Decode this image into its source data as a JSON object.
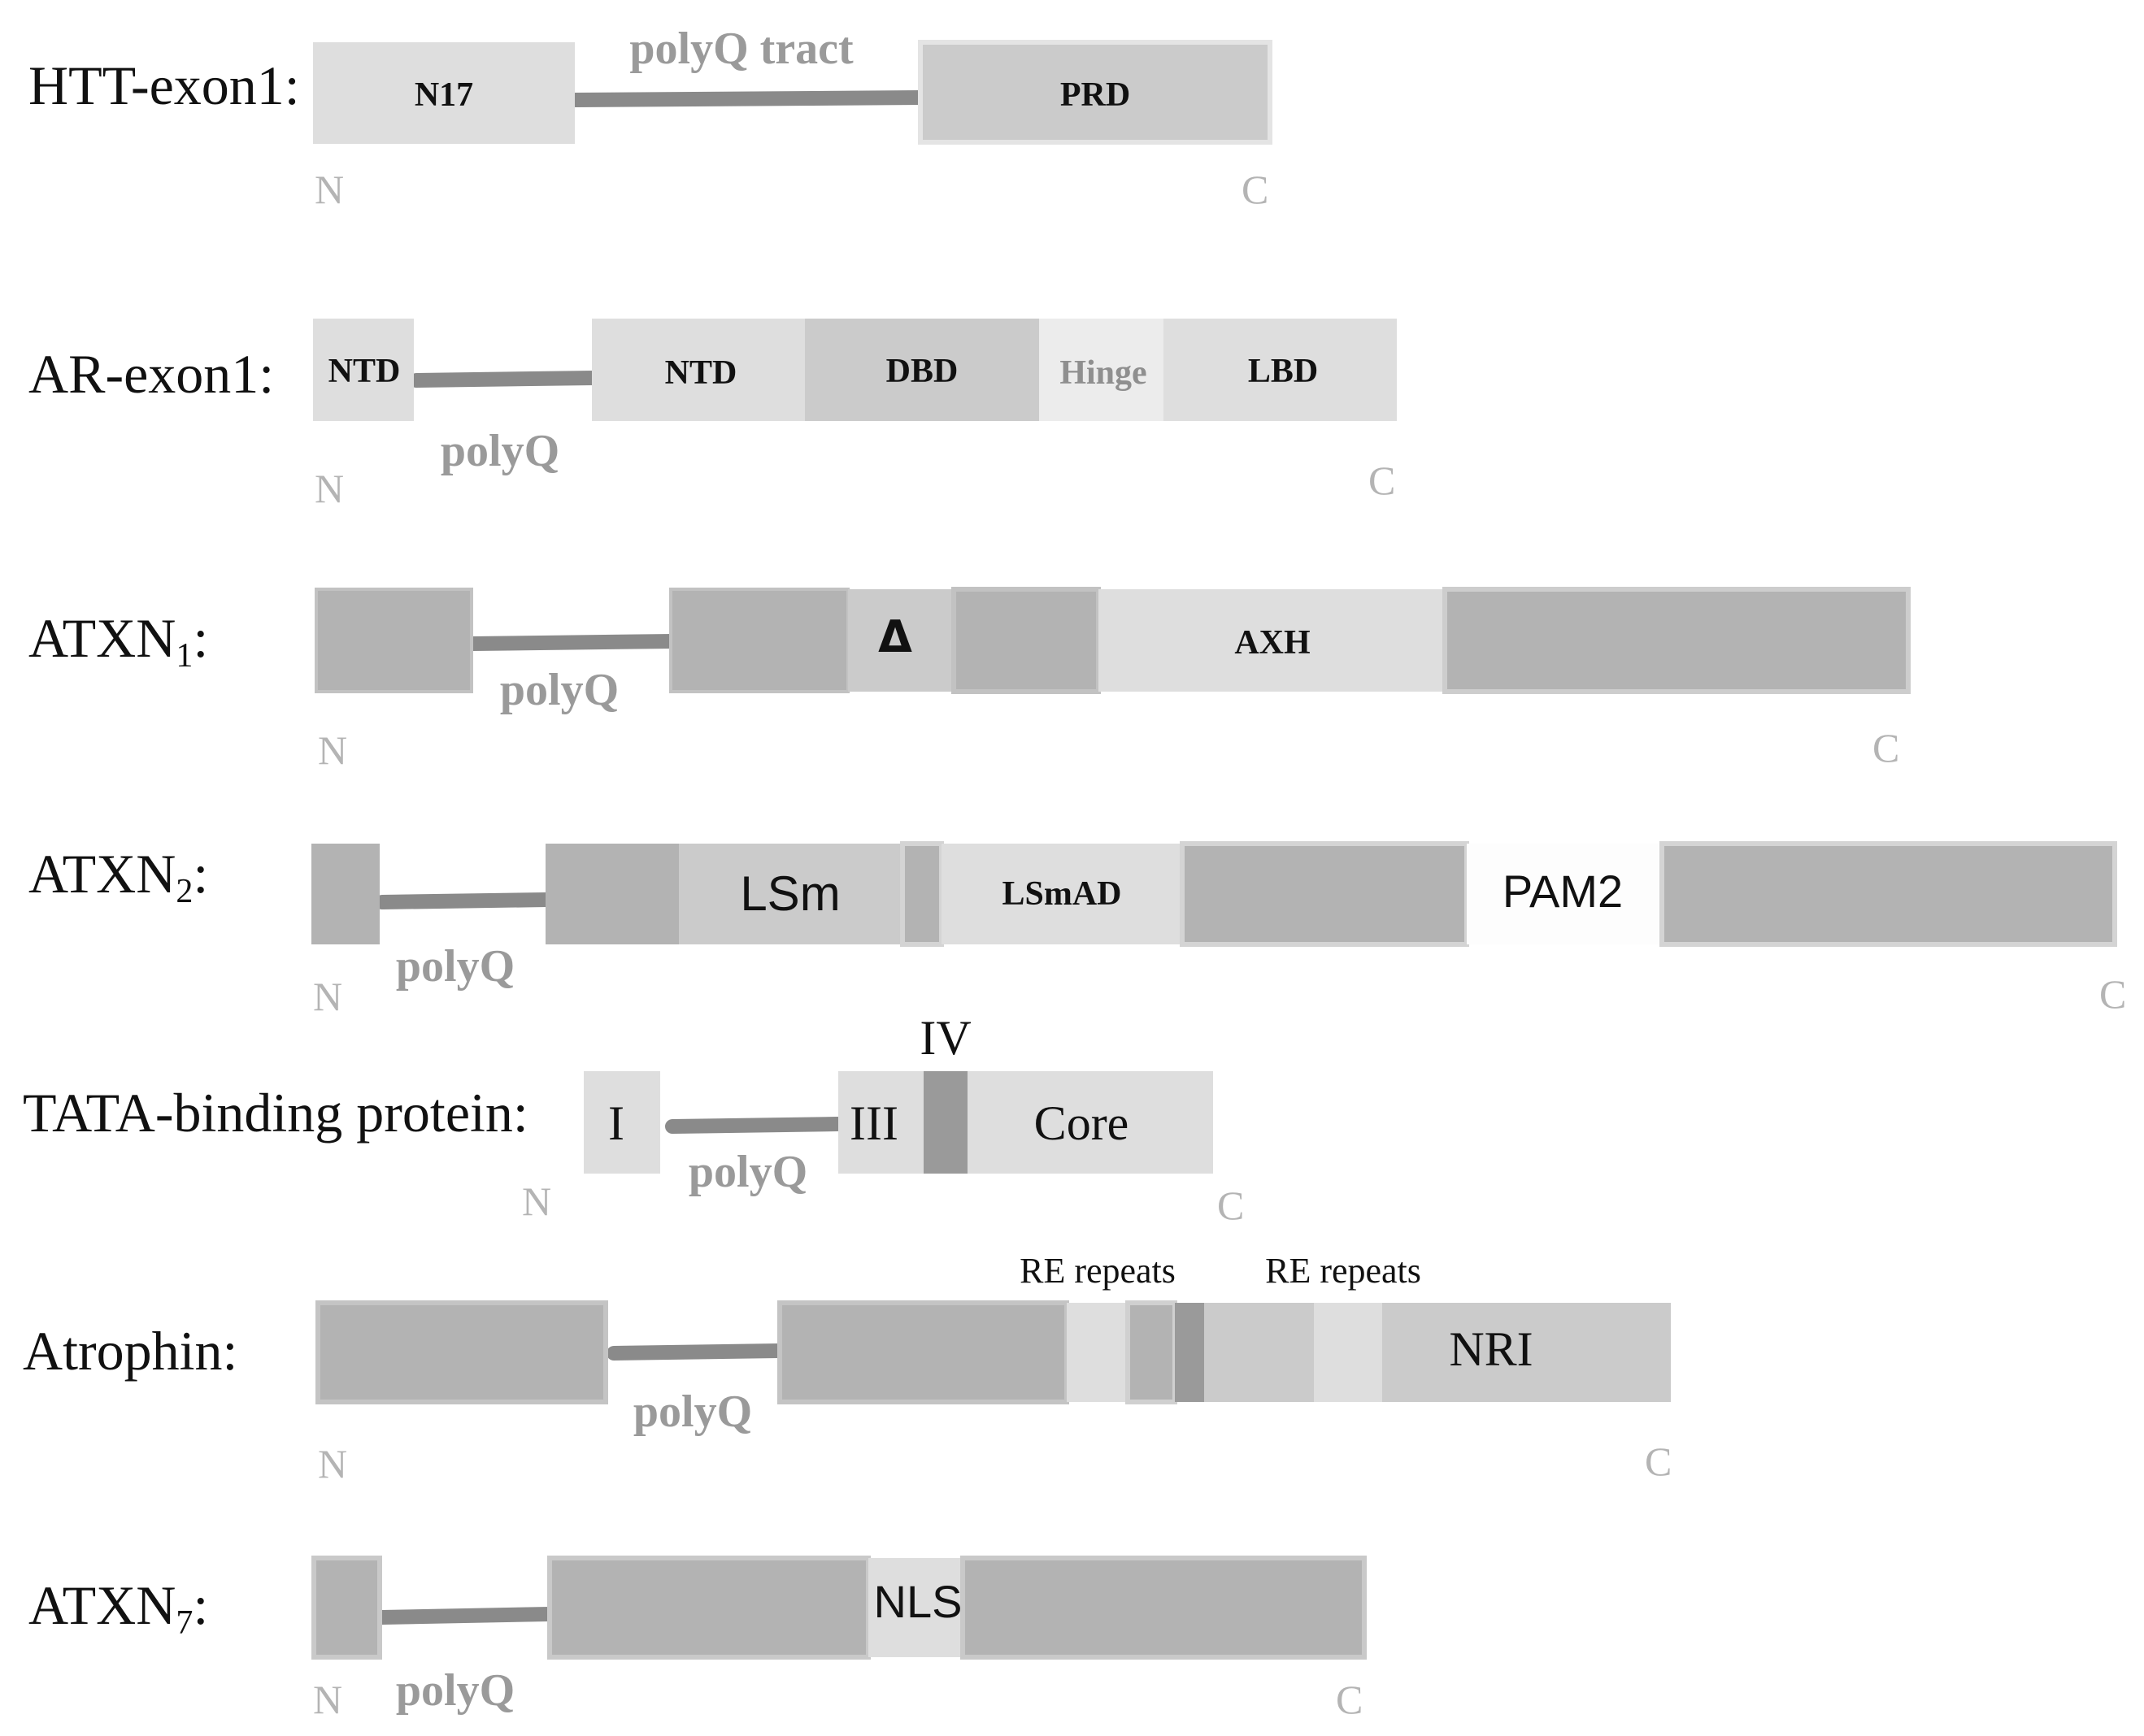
{
  "colors": {
    "light": "#dedede",
    "lighter": "#ececec",
    "mid": "#cbcbcb",
    "dark": "#b3b3b3",
    "darker": "#9a9a9a",
    "white": "#fdfdfd",
    "linker": "#8a8a8a",
    "polyq_text": "#9a9a9a",
    "terminal_text": "#b4b4b4"
  },
  "terminal_labels": {
    "n": "N",
    "c": "C"
  },
  "proteins": [
    {
      "id": "htt",
      "name": "HTT-exon1:",
      "polyq_label": "polyQ tract",
      "domains": [
        {
          "label": "N17",
          "fill": "light"
        },
        {
          "label": "PRD",
          "fill": "mid"
        }
      ]
    },
    {
      "id": "ar",
      "name": "AR-exon1:",
      "polyq_label": "polyQ",
      "domains": [
        {
          "label": "NTD",
          "fill": "light"
        },
        {
          "label": "NTD",
          "fill": "light"
        },
        {
          "label": "DBD",
          "fill": "mid"
        },
        {
          "label": "Hinge",
          "fill": "lighter"
        },
        {
          "label": "LBD",
          "fill": "light"
        }
      ]
    },
    {
      "id": "atxn1",
      "name": "ATXN",
      "name_sub": "1",
      "name_suffix": ":",
      "polyq_label": "polyQ",
      "domains": [
        {
          "label": "",
          "fill": "dark"
        },
        {
          "label": "",
          "fill": "dark"
        },
        {
          "label": "Δ",
          "fill": "mid"
        },
        {
          "label": "",
          "fill": "dark"
        },
        {
          "label": "AXH",
          "fill": "light"
        },
        {
          "label": "",
          "fill": "dark"
        }
      ]
    },
    {
      "id": "atxn2",
      "name": "ATXN",
      "name_sub": "2",
      "name_suffix": ":",
      "polyq_label": "polyQ",
      "domains": [
        {
          "label": "",
          "fill": "dark"
        },
        {
          "label": "",
          "fill": "dark"
        },
        {
          "label": "LSm",
          "fill": "mid"
        },
        {
          "label": "",
          "fill": "dark"
        },
        {
          "label": "LSmAD",
          "fill": "light"
        },
        {
          "label": "",
          "fill": "dark"
        },
        {
          "label": "PAM2",
          "fill": "white"
        },
        {
          "label": "",
          "fill": "dark"
        }
      ]
    },
    {
      "id": "tbp",
      "name": "TATA-binding protein:",
      "polyq_label": "polyQ",
      "domains": [
        {
          "label": "I",
          "fill": "light"
        },
        {
          "label": "III",
          "fill": "light"
        },
        {
          "label": "IV",
          "fill": "darker"
        },
        {
          "label": "Core",
          "fill": "light"
        }
      ]
    },
    {
      "id": "atrophin",
      "name": "Atrophin:",
      "polyq_label": "polyQ",
      "annotations": [
        "RE repeats",
        "RE repeats"
      ],
      "domains": [
        {
          "label": "",
          "fill": "dark"
        },
        {
          "label": "",
          "fill": "dark"
        },
        {
          "label": "",
          "fill": "light"
        },
        {
          "label": "",
          "fill": "dark"
        },
        {
          "label": "",
          "fill": "darker"
        },
        {
          "label": "",
          "fill": "mid"
        },
        {
          "label": "",
          "fill": "light"
        },
        {
          "label": "NRI",
          "fill": "mid"
        }
      ]
    },
    {
      "id": "atxn7",
      "name": "ATXN",
      "name_sub": "7",
      "name_suffix": ":",
      "polyq_label": "polyQ",
      "domains": [
        {
          "label": "",
          "fill": "dark"
        },
        {
          "label": "",
          "fill": "dark"
        },
        {
          "label": "NLS",
          "fill": "light"
        },
        {
          "label": "",
          "fill": "dark"
        }
      ]
    }
  ]
}
